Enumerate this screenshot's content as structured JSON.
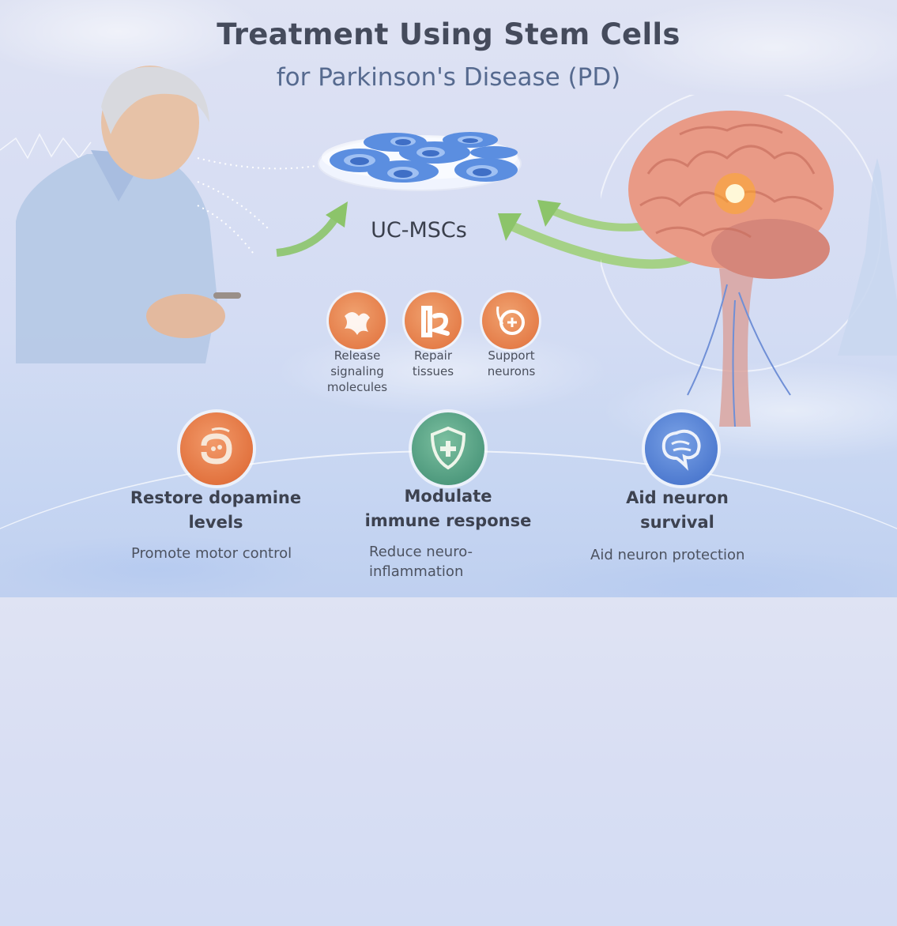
{
  "title": {
    "line1": "Treatment Using Stem Cells",
    "line2": "for Parkinson's Disease (PD)"
  },
  "center": {
    "cell_label": "UC-MSCs",
    "cell_icon": "petri-dish-cells-icon"
  },
  "illustrations": {
    "patient": "elderly-man-with-tremor",
    "brain": "brain-with-glowing-spot",
    "background": "temple-skyline-clouds"
  },
  "mechanisms": [
    {
      "icon": "signaling-molecules-icon",
      "label_lines": [
        "Release",
        "signaling",
        "molecules"
      ]
    },
    {
      "icon": "tissue-repair-icon",
      "label_lines": [
        "Repair",
        "tissues"
      ]
    },
    {
      "icon": "neuron-support-icon",
      "label_lines": [
        "Support",
        "neurons"
      ]
    }
  ],
  "benefits": [
    {
      "icon": "dopamine-icon",
      "title_lines": [
        "Restore dopamine",
        "levels"
      ],
      "subtitle_lines": [
        "Promote motor control"
      ],
      "color": "#e2733f"
    },
    {
      "icon": "shield-plus-icon",
      "title_lines": [
        "Modulate",
        "immune response"
      ],
      "subtitle_lines": [
        "Reduce neuro-",
        "inflammation"
      ],
      "color": "#4f9a7e"
    },
    {
      "icon": "brain-icon",
      "title_lines": [
        "Aid neuron",
        "survival"
      ],
      "subtitle_lines": [
        "Aid neuron protection"
      ],
      "color": "#4f7bd0"
    }
  ],
  "colors": {
    "arrow_green": "#8cc46a",
    "title_dark": "#454b5c",
    "title_blue": "#566a8f",
    "cell_blue": "#5b8ee0"
  }
}
